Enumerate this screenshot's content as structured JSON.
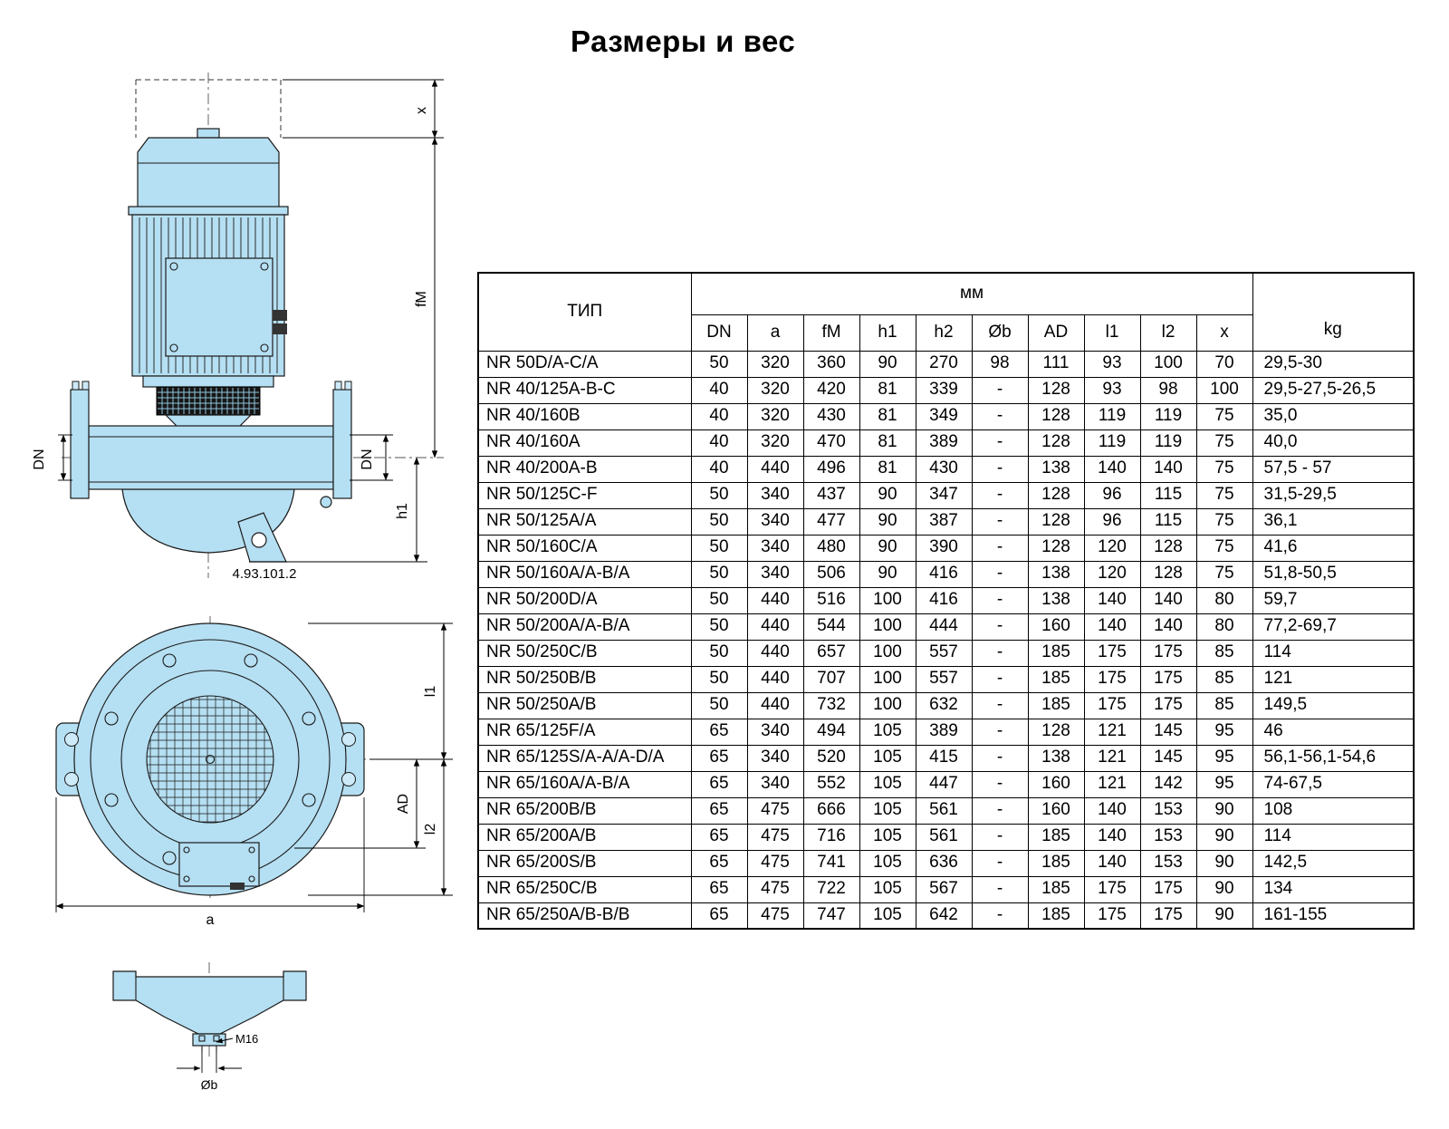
{
  "page": {
    "title": "Размеры и вес"
  },
  "drawings": {
    "pump_color": "#b5dff2",
    "side_view": {
      "dim_x": "x",
      "dim_fm": "fM",
      "dim_dn_left": "DN",
      "dim_dn_right": "DN",
      "dim_h1": "h1",
      "drawing_number": "4.93.101.2"
    },
    "top_view": {
      "dim_l1": "l1",
      "dim_ad": "AD",
      "dim_l2": "l2",
      "dim_a": "a"
    },
    "bottom_view": {
      "dim_m16": "M16",
      "dim_ob": "Øb"
    }
  },
  "table": {
    "type_header": "ТИП",
    "unit_header": "мм",
    "kg_header": "kg",
    "columns": [
      "DN",
      "a",
      "fM",
      "h1",
      "h2",
      "Øb",
      "AD",
      "l1",
      "l2",
      "x"
    ],
    "rows": [
      {
        "type": "NR 50D/A-C/A",
        "values": [
          "50",
          "320",
          "360",
          "90",
          "270",
          "98",
          "111",
          "93",
          "100",
          "70"
        ],
        "kg": "29,5-30"
      },
      {
        "type": "NR 40/125A-B-C",
        "values": [
          "40",
          "320",
          "420",
          "81",
          "339",
          "-",
          "128",
          "93",
          "98",
          "100"
        ],
        "kg": "29,5-27,5-26,5"
      },
      {
        "type": "NR 40/160B",
        "values": [
          "40",
          "320",
          "430",
          "81",
          "349",
          "-",
          "128",
          "119",
          "119",
          "75"
        ],
        "kg": "35,0"
      },
      {
        "type": "NR 40/160A",
        "values": [
          "40",
          "320",
          "470",
          "81",
          "389",
          "-",
          "128",
          "119",
          "119",
          "75"
        ],
        "kg": "40,0"
      },
      {
        "type": "NR 40/200A-B",
        "values": [
          "40",
          "440",
          "496",
          "81",
          "430",
          "-",
          "138",
          "140",
          "140",
          "75"
        ],
        "kg": "57,5 - 57"
      },
      {
        "type": "NR 50/125C-F",
        "values": [
          "50",
          "340",
          "437",
          "90",
          "347",
          "-",
          "128",
          "96",
          "115",
          "75"
        ],
        "kg": "31,5-29,5"
      },
      {
        "type": "NR 50/125A/A",
        "values": [
          "50",
          "340",
          "477",
          "90",
          "387",
          "-",
          "128",
          "96",
          "115",
          "75"
        ],
        "kg": "36,1"
      },
      {
        "type": "NR 50/160C/A",
        "values": [
          "50",
          "340",
          "480",
          "90",
          "390",
          "-",
          "128",
          "120",
          "128",
          "75"
        ],
        "kg": "41,6"
      },
      {
        "type": "NR 50/160A/A-B/A",
        "values": [
          "50",
          "340",
          "506",
          "90",
          "416",
          "-",
          "138",
          "120",
          "128",
          "75"
        ],
        "kg": "51,8-50,5"
      },
      {
        "type": "NR 50/200D/A",
        "values": [
          "50",
          "440",
          "516",
          "100",
          "416",
          "-",
          "138",
          "140",
          "140",
          "80"
        ],
        "kg": "59,7"
      },
      {
        "type": "NR 50/200A/A-B/A",
        "values": [
          "50",
          "440",
          "544",
          "100",
          "444",
          "-",
          "160",
          "140",
          "140",
          "80"
        ],
        "kg": "77,2-69,7"
      },
      {
        "type": "NR 50/250C/B",
        "values": [
          "50",
          "440",
          "657",
          "100",
          "557",
          "-",
          "185",
          "175",
          "175",
          "85"
        ],
        "kg": "114"
      },
      {
        "type": "NR 50/250B/B",
        "values": [
          "50",
          "440",
          "707",
          "100",
          "557",
          "-",
          "185",
          "175",
          "175",
          "85"
        ],
        "kg": "121"
      },
      {
        "type": "NR 50/250A/B",
        "values": [
          "50",
          "440",
          "732",
          "100",
          "632",
          "-",
          "185",
          "175",
          "175",
          "85"
        ],
        "kg": "149,5"
      },
      {
        "type": "NR 65/125F/A",
        "values": [
          "65",
          "340",
          "494",
          "105",
          "389",
          "-",
          "128",
          "121",
          "145",
          "95"
        ],
        "kg": "46"
      },
      {
        "type": "NR 65/125S/A-A/A-D/A",
        "values": [
          "65",
          "340",
          "520",
          "105",
          "415",
          "-",
          "138",
          "121",
          "145",
          "95"
        ],
        "kg": "56,1-56,1-54,6"
      },
      {
        "type": "NR 65/160A/A-B/A",
        "values": [
          "65",
          "340",
          "552",
          "105",
          "447",
          "-",
          "160",
          "121",
          "142",
          "95"
        ],
        "kg": "74-67,5"
      },
      {
        "type": "NR 65/200B/B",
        "values": [
          "65",
          "475",
          "666",
          "105",
          "561",
          "-",
          "160",
          "140",
          "153",
          "90"
        ],
        "kg": "108"
      },
      {
        "type": "NR 65/200A/B",
        "values": [
          "65",
          "475",
          "716",
          "105",
          "561",
          "-",
          "185",
          "140",
          "153",
          "90"
        ],
        "kg": "114"
      },
      {
        "type": "NR 65/200S/B",
        "values": [
          "65",
          "475",
          "741",
          "105",
          "636",
          "-",
          "185",
          "140",
          "153",
          "90"
        ],
        "kg": "142,5"
      },
      {
        "type": "NR 65/250C/B",
        "values": [
          "65",
          "475",
          "722",
          "105",
          "567",
          "-",
          "185",
          "175",
          "175",
          "90"
        ],
        "kg": "134"
      },
      {
        "type": "NR 65/250A/B-B/B",
        "values": [
          "65",
          "475",
          "747",
          "105",
          "642",
          "-",
          "185",
          "175",
          "175",
          "90"
        ],
        "kg": "161-155"
      }
    ]
  }
}
